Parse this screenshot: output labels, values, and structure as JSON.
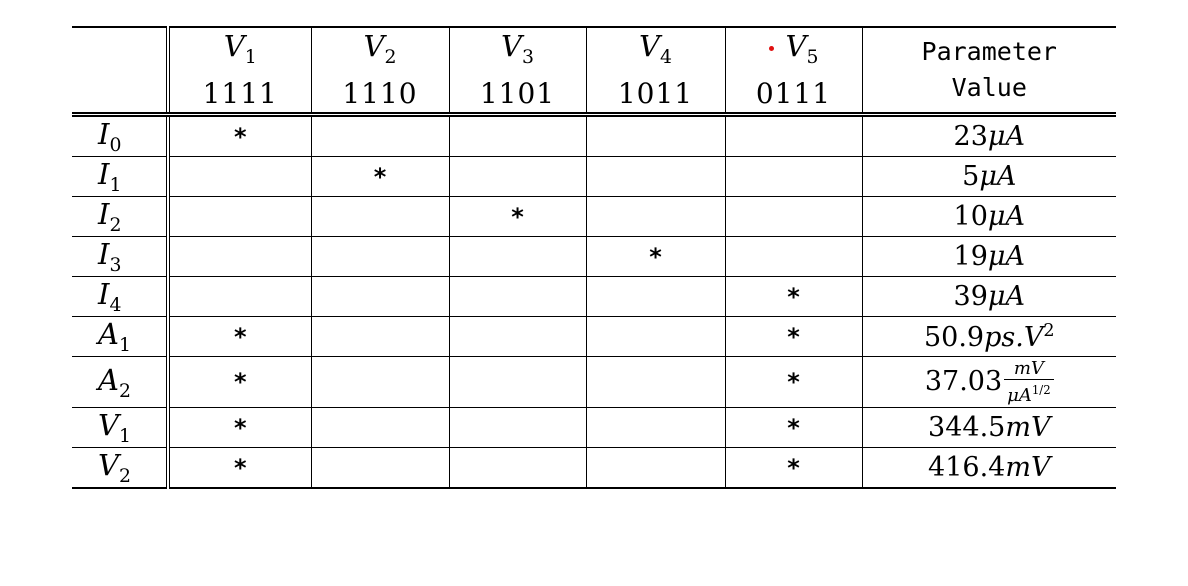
{
  "header": {
    "columns": [
      {
        "symbol": "V",
        "sub": "1",
        "code": "1111"
      },
      {
        "symbol": "V",
        "sub": "2",
        "code": "1110"
      },
      {
        "symbol": "V",
        "sub": "3",
        "code": "1101"
      },
      {
        "symbol": "V",
        "sub": "4",
        "code": "1011"
      },
      {
        "symbol": "V",
        "sub": "5",
        "code": "0111"
      }
    ],
    "param_line1": "Parameter",
    "param_line2": "Value"
  },
  "rows": [
    {
      "label": "I",
      "sub": "0",
      "marks": [
        "*",
        "",
        "",
        "",
        ""
      ],
      "value": "23",
      "unit": "μA"
    },
    {
      "label": "I",
      "sub": "1",
      "marks": [
        "",
        "*",
        "",
        "",
        ""
      ],
      "value": "5",
      "unit": "μA"
    },
    {
      "label": "I",
      "sub": "2",
      "marks": [
        "",
        "",
        "*",
        "",
        ""
      ],
      "value": "10",
      "unit": "μA"
    },
    {
      "label": "I",
      "sub": "3",
      "marks": [
        "",
        "",
        "",
        "*",
        ""
      ],
      "value": "19",
      "unit": "μA"
    },
    {
      "label": "I",
      "sub": "4",
      "marks": [
        "",
        "",
        "",
        "",
        "*"
      ],
      "value": "39",
      "unit": "μA"
    },
    {
      "label": "A",
      "sub": "1",
      "marks": [
        "*",
        "",
        "",
        "",
        "*"
      ],
      "value": "50.9",
      "unit": "ps.V",
      "unit_sup": "2"
    },
    {
      "label": "A",
      "sub": "2",
      "marks": [
        "*",
        "",
        "",
        "",
        "*"
      ],
      "value": "37.03",
      "frac_num": "mV",
      "frac_den": "μA",
      "frac_den_sup": "1/2"
    },
    {
      "label": "V",
      "sub": "1",
      "marks": [
        "*",
        "",
        "",
        "",
        "*"
      ],
      "value": "344.5",
      "unit": "mV"
    },
    {
      "label": "V",
      "sub": "2",
      "marks": [
        "*",
        "",
        "",
        "",
        "*"
      ],
      "value": "416.4",
      "unit": "mV"
    }
  ],
  "colors": {
    "text": "#000000",
    "background": "#ffffff",
    "marker_dot": "#e01010"
  }
}
